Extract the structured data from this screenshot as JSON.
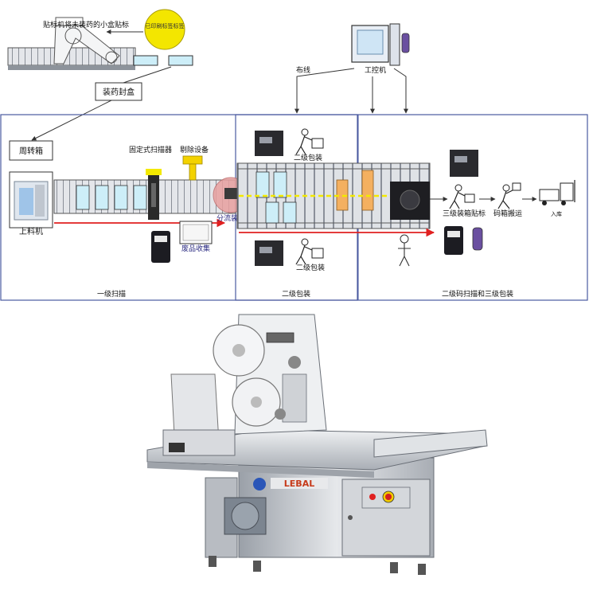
{
  "top_labels": {
    "labeler_note": "贴标机将未装药的小盒贴标",
    "labeled_note": "已印刷标签标签",
    "pack_seal": "装药封盒",
    "wiring": "布线",
    "workstation": "工控机"
  },
  "stage1": {
    "turnover_box": "周转箱",
    "fixed_scanner": "固定式扫描器",
    "reject_device": "剔除设备",
    "diverter": "分流装置",
    "loader": "上料机",
    "waste_collect": "废品收集",
    "caption": "一级扫描"
  },
  "stage2": {
    "pack_top": "二级包装",
    "pack_bottom": "二级包装",
    "caption": "二级包装"
  },
  "stage3": {
    "case_label": "三级装箱贴标",
    "palletize": "码箱搬运",
    "warehouse": "入库",
    "caption": "二级码扫描和三级包装"
  },
  "machine": {
    "brand": "LEBAL"
  },
  "colors": {
    "border": "#4a5aa0",
    "arrow_red": "#e02020",
    "scan_yellow": "#f3e900",
    "diverter_pink": "#e8a0a0",
    "box_cyan": "#cdeef8",
    "label_orange": "#f4b060",
    "steel": "#c8cbd0"
  }
}
